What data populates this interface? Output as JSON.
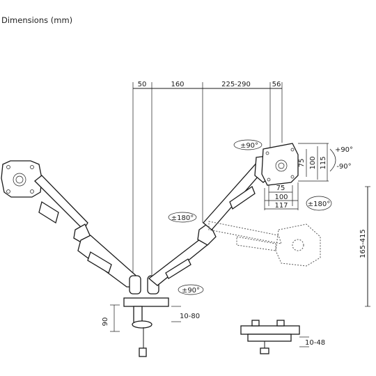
{
  "title": "Dimensions (mm)",
  "dimensions": {
    "top": [
      "50",
      "160",
      "225-290",
      "56"
    ],
    "vesa_vertical": [
      "75",
      "100",
      "115"
    ],
    "vesa_horizontal": [
      "75",
      "100",
      "117"
    ],
    "height_range": "165-415",
    "clamp_height": "90",
    "clamp_range": "10-80",
    "grommet_range": "10-48"
  },
  "rotations": {
    "tilt_top": "±90°",
    "tilt_up": "+90°",
    "tilt_down": "-90°",
    "rotate_vesa": "±180°",
    "swivel_arm": "±180°",
    "swivel_base": "±90°"
  }
}
